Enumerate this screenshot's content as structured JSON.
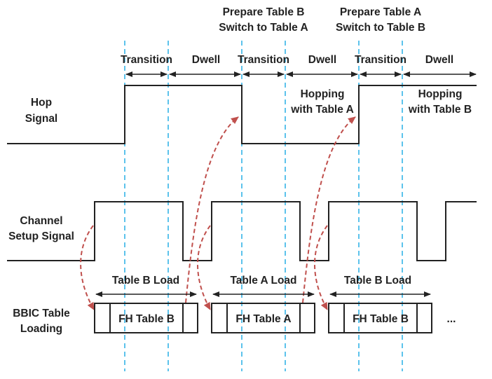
{
  "top_labels": {
    "prepare_b": "Prepare Table B",
    "switch_a": "Switch to Table A",
    "prepare_a": "Prepare Table A",
    "switch_b": "Switch to Table B"
  },
  "timing": {
    "transition": "Transition",
    "dwell": "Dwell"
  },
  "hop": {
    "label_line1": "Hop",
    "label_line2": "Signal",
    "hopping_a_line1": "Hopping",
    "hopping_a_line2": "with Table A",
    "hopping_b_line1": "Hopping",
    "hopping_b_line2": "with Table B"
  },
  "channel": {
    "label_line1": "Channel",
    "label_line2": "Setup Signal"
  },
  "bbic": {
    "label_line1": "BBIC Table",
    "label_line2": "Loading",
    "loads": [
      "Table B Load",
      "Table A Load",
      "Table B Load"
    ],
    "tables": [
      "FH Table B",
      "FH Table A",
      "FH Table B"
    ],
    "ellipsis": "..."
  },
  "colors": {
    "signal": "#222222",
    "guide": "#5cc3ec",
    "curve": "#c0504d"
  }
}
